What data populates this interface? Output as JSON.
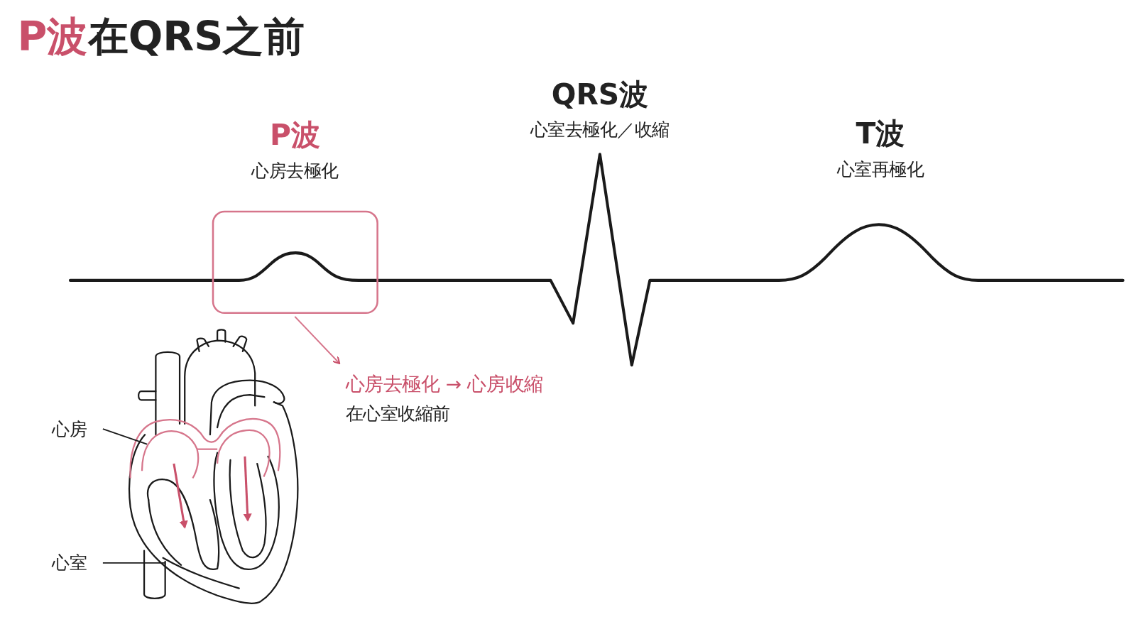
{
  "diagram": {
    "title": "P波在QRS之前",
    "labels": [
      "P波",
      "心房去極化",
      "QRS波",
      "心室去極化／收縮",
      "T波",
      "心室再極化",
      "心房去極化 → 心房收縮",
      "在心室收縮前",
      "心房",
      "心室"
    ]
  }
}
